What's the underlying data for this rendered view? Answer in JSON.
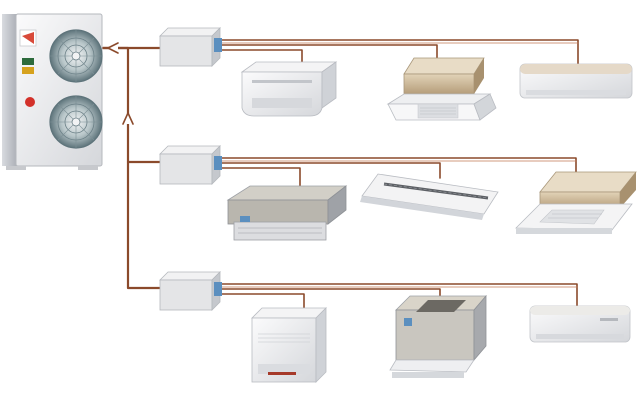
{
  "diagram": {
    "type": "multi-split air conditioning system",
    "outdoor_unit": {
      "fans": 2
    },
    "branch_boxes": 3,
    "indoor_units": [
      {
        "branch": 1,
        "kind": "floor-ceiling suspended unit"
      },
      {
        "branch": 1,
        "kind": "compact cassette unit"
      },
      {
        "branch": 1,
        "kind": "wall-mounted unit"
      },
      {
        "branch": 2,
        "kind": "ducted unit"
      },
      {
        "branch": 2,
        "kind": "slim ceiling unit"
      },
      {
        "branch": 2,
        "kind": "4-way cassette unit"
      },
      {
        "branch": 3,
        "kind": "floor console unit"
      },
      {
        "branch": 3,
        "kind": "ceiling duct unit"
      },
      {
        "branch": 3,
        "kind": "wall-mounted unit"
      }
    ]
  },
  "colors": {
    "pipe": "#8b4a2b",
    "pipe_highlight": "#c27a55",
    "unit_body": "#e8e8ea",
    "unit_shadow": "#b9bcc2",
    "fan_grille": "#6a7f86",
    "cassette_top": "#c9b79a",
    "connector": "#5b8fbf"
  }
}
